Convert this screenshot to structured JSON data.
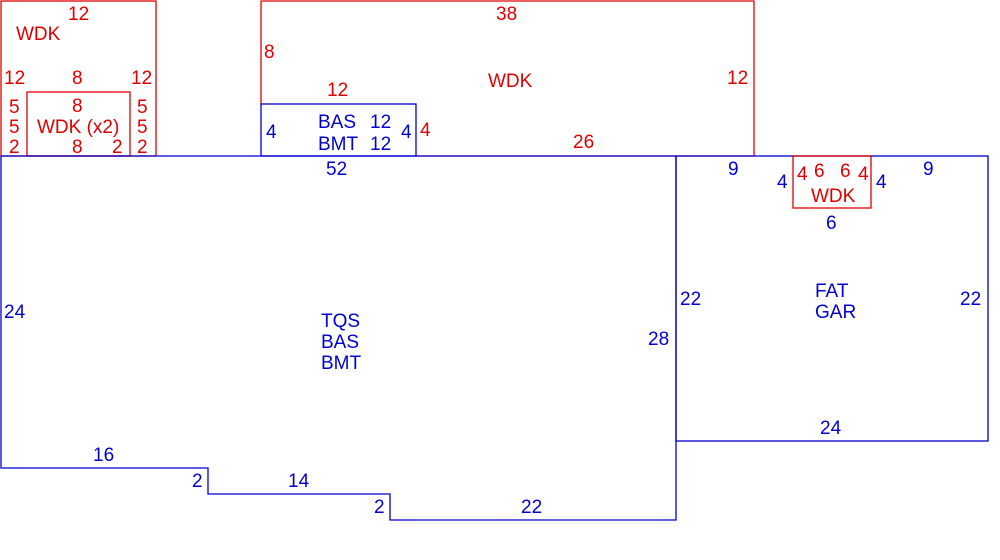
{
  "colors": {
    "deck": "#e00000",
    "building": "#0000d0"
  },
  "areas": {
    "wdk_top_left": {
      "label": "WDK",
      "dims": {
        "top": "12",
        "left": "12",
        "right": "12",
        "inner_top": "8"
      }
    },
    "wdk_inner": {
      "label": "WDK (x2)",
      "dims": {
        "top": "8",
        "bottom": "8",
        "left": "5",
        "left_b": "5",
        "right": "5",
        "right_b": "5",
        "side_left": "2",
        "side_right": "2",
        "overlap": "2"
      }
    },
    "wdk_top_center": {
      "label": "WDK",
      "dims": {
        "top": "38",
        "left": "8",
        "right": "12",
        "inner": "12",
        "side": "4",
        "bottom": "26"
      }
    },
    "bas_small": {
      "label1": "BAS",
      "label2": "BMT",
      "dims": {
        "left": "4",
        "right": "4",
        "top": "12",
        "middle": "12",
        "bottom": "52"
      }
    },
    "main": {
      "label1": "TQS",
      "label2": "BAS",
      "label3": "BMT",
      "dims": {
        "left": "24",
        "right": "28",
        "bottom1": "16",
        "step1": "2",
        "bottom2": "14",
        "step2": "2",
        "bottom3": "22"
      }
    },
    "garage": {
      "label1": "FAT",
      "label2": "GAR",
      "dims": {
        "top_left": "9",
        "top_right": "9",
        "left": "22",
        "right": "22",
        "bottom": "24"
      }
    },
    "wdk_small": {
      "label": "WDK",
      "dims": {
        "top": "6",
        "top_b": "6",
        "bottom": "6",
        "left": "4",
        "right": "4",
        "outer_left": "4",
        "outer_right": "4"
      }
    }
  }
}
